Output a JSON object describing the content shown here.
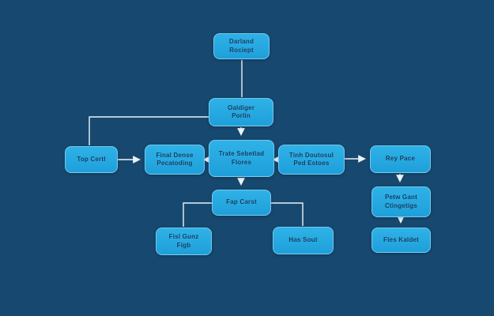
{
  "diagram": {
    "title": "flowchart",
    "colors": {
      "background": "#17486F",
      "node_fill": "#25A8E0",
      "node_border": "#9BD9F4",
      "node_text": "#0D3C63",
      "connector": "#EAF3F9"
    },
    "nodes": {
      "root": {
        "label": "Darland\nRociept"
      },
      "level2": {
        "label": "Oaldiger\nPorlin"
      },
      "row_left": {
        "label": "Top Certl"
      },
      "row_midleft": {
        "label": "Final Dense\nPecatoding"
      },
      "row_center": {
        "label": "Trate Sebetlad\nFlores"
      },
      "row_midright": {
        "label": "Tinh Doutosul\nPed Estoes"
      },
      "row_right": {
        "label": "Rey Pace"
      },
      "below_center": {
        "label": "Fap Carst"
      },
      "bottom_left": {
        "label": "Fisl Gunz\nFigb"
      },
      "bottom_mid": {
        "label": "Has Sout"
      },
      "right_mid": {
        "label": "Petw Gant\nCtingetigs"
      },
      "right_bottom": {
        "label": "Fles Kaldet"
      }
    },
    "edges": [
      {
        "from": "root",
        "to": "level2",
        "arrowhead": false,
        "style": "straight"
      },
      {
        "from": "level2",
        "to": "row_left",
        "arrowhead": false,
        "style": "elbow-left"
      },
      {
        "from": "level2",
        "to": "row_center",
        "arrowhead": true,
        "style": "straight"
      },
      {
        "from": "row_left",
        "to": "row_midleft",
        "arrowhead": true,
        "style": "straight"
      },
      {
        "from": "row_midleft",
        "to": "row_center",
        "arrowhead": true,
        "style": "straight"
      },
      {
        "from": "row_center",
        "to": "row_midright",
        "arrowhead": true,
        "style": "straight"
      },
      {
        "from": "row_midright",
        "to": "row_right",
        "arrowhead": true,
        "style": "straight"
      },
      {
        "from": "row_center",
        "to": "below_center",
        "arrowhead": true,
        "style": "straight"
      },
      {
        "from": "below_center",
        "to": "bottom_left",
        "arrowhead": false,
        "style": "elbow-left"
      },
      {
        "from": "below_center",
        "to": "bottom_mid",
        "arrowhead": false,
        "style": "elbow-right"
      },
      {
        "from": "row_right",
        "to": "right_mid",
        "arrowhead": true,
        "style": "straight"
      },
      {
        "from": "right_mid",
        "to": "right_bottom",
        "arrowhead": true,
        "style": "straight"
      }
    ]
  }
}
